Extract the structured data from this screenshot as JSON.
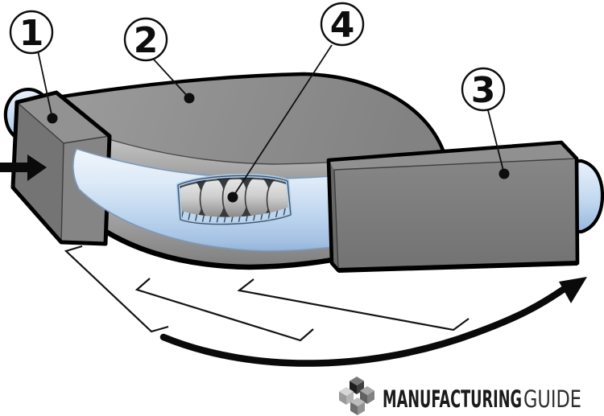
{
  "figure": {
    "type": "technical-illustration",
    "callouts": [
      {
        "number": "1"
      },
      {
        "number": "2"
      },
      {
        "number": "3"
      },
      {
        "number": "4"
      }
    ]
  },
  "branding": {
    "name_bold": "MANUFACTURING",
    "name_light": "GUIDE"
  },
  "colors": {
    "tube_blue": "#c3d9f0",
    "tube_highlight": "#eef5fc",
    "machine_gray": "#8a8a8a",
    "outline_black": "#000000",
    "background": "#ffffff"
  },
  "icons": {
    "feed_arrow": "arrow-right",
    "rotation_arrow": "curved-arrow-up-right",
    "logo_icon": "isometric-cubes"
  }
}
